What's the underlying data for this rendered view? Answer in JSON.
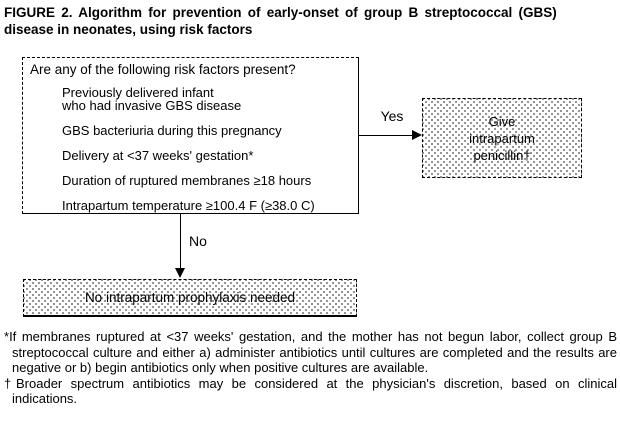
{
  "title": {
    "line1": "FIGURE 2. Algorithm for prevention of early-onset of group B streptococcal (GBS)",
    "line2": "disease in neonates, using risk factors"
  },
  "flowchart": {
    "question_box": {
      "question": "Are any of the following risk factors present?",
      "risk_factors": [
        [
          "Previously delivered infant",
          "who had invasive GBS disease"
        ],
        [
          "GBS bacteriuria during this pregnancy"
        ],
        [
          "Delivery at <37 weeks' gestation*"
        ],
        [
          "Duration of ruptured membranes ≥18 hours"
        ],
        [
          "Intrapartum temperature ≥100.4 F (≥38.0 C)"
        ]
      ]
    },
    "yes_label": "Yes",
    "no_label": "No",
    "yes_box": {
      "lines": [
        "Give",
        "intrapartum",
        "penicillin†"
      ]
    },
    "no_box": {
      "text": "No intrapartum prophylaxis needed"
    }
  },
  "footnotes": [
    {
      "marker": "*",
      "text": "If membranes ruptured at <37 weeks' gestation, and the mother has not begun labor, collect group B streptococcal culture and either a) administer antibiotics until cultures are completed and the results are negative or b) begin antibiotics only when positive cultures are available."
    },
    {
      "marker": "†",
      "text": "Broader spectrum antibiotics may be considered at the physician's discretion, based on clinical indications."
    }
  ],
  "colors": {
    "text": "#000000",
    "background": "#ffffff",
    "stipple_dot": "#808080"
  }
}
